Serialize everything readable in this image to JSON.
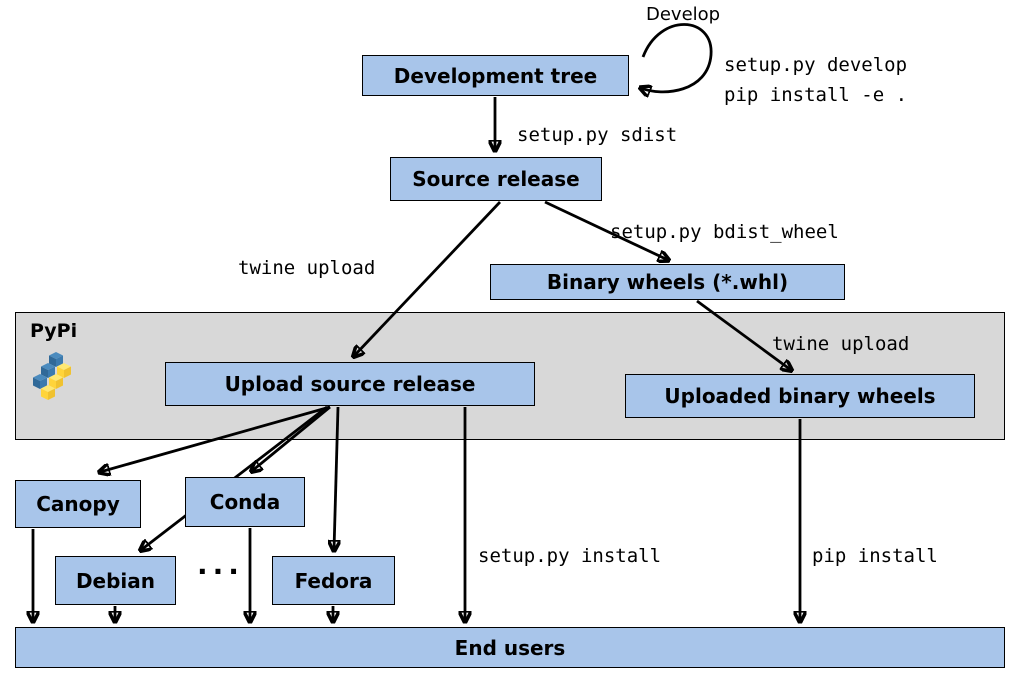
{
  "colors": {
    "node_fill": "#a8c5ea",
    "band_fill": "#d8d8d8",
    "border": "#000000",
    "arrow": "#000000",
    "logo_blue_dark": "#306998",
    "logo_blue": "#4b8bbe",
    "logo_yellow": "#ffd43b",
    "logo_yellow_light": "#ffe873"
  },
  "nodes": {
    "dev_tree": "Development tree",
    "source_release": "Source release",
    "binary_wheels": "Binary wheels (*.whl)",
    "upload_source": "Upload source release",
    "uploaded_binary": "Uploaded binary wheels",
    "canopy": "Canopy",
    "conda": "Conda",
    "debian": "Debian",
    "fedora": "Fedora",
    "ellipsis": "...",
    "end_users": "End users"
  },
  "band": {
    "title": "PyPi"
  },
  "edge_labels": {
    "develop": "Develop",
    "develop_cmd_line1": "setup.py develop",
    "develop_cmd_line2": "pip install -e .",
    "sdist": "setup.py sdist",
    "bdist_wheel": "setup.py bdist_wheel",
    "twine_upload_source": "twine upload",
    "twine_upload_wheels": "twine upload",
    "setup_install": "setup.py install",
    "pip_install": "pip install"
  }
}
